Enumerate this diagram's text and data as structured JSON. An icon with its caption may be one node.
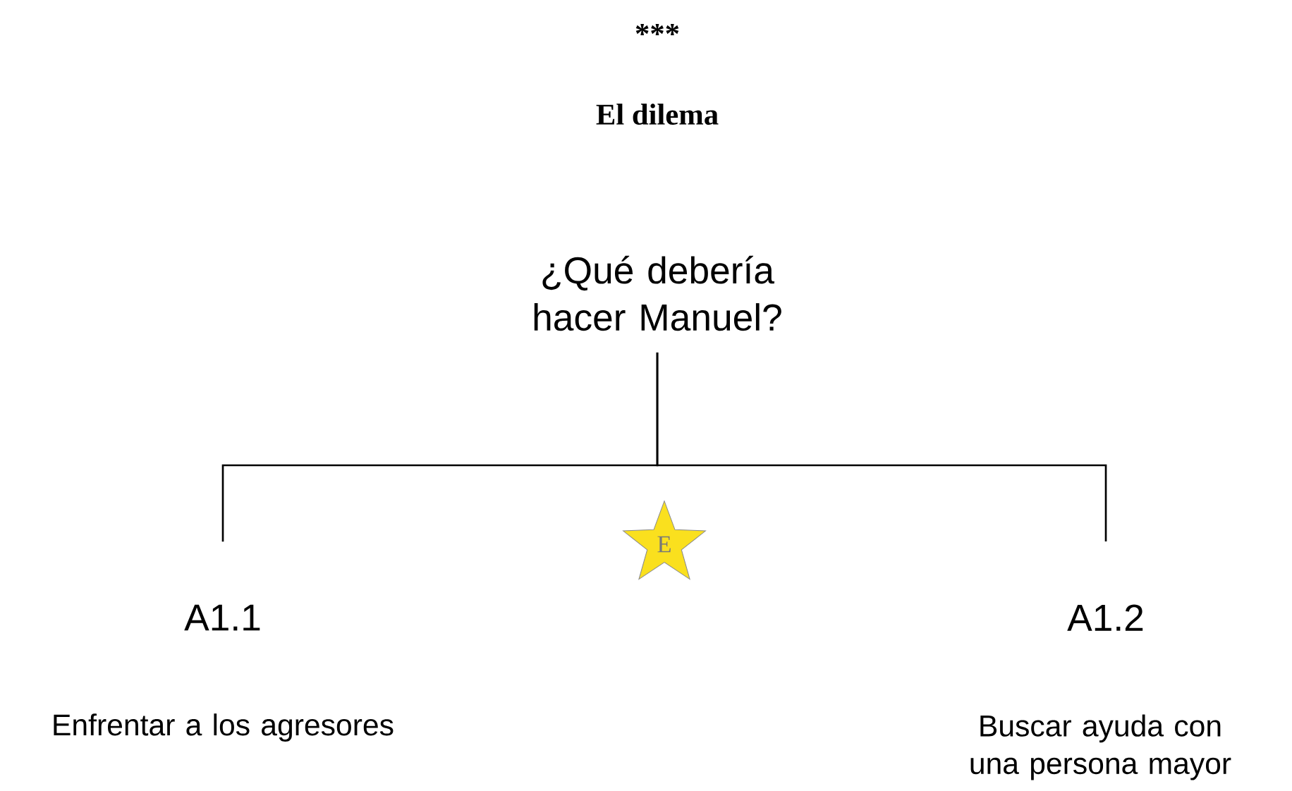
{
  "diagram": {
    "title": "El dilema",
    "nodes": [
      {
        "text": [
          "¿Qué debería hacer Manuel?"
        ]
      },
      {
        "text": [
          "A1.1"
        ],
        "beside": [
          "Enfrentar a los agresores"
        ]
      },
      {
        "text": [
          "A1.2"
        ],
        "beside": [
          "Buscar ayuda con una persona mayor"
        ]
      },
      {
        "text": [
          "E"
        ]
      }
    ],
    "edges": [
      {
        "from": 0,
        "to": 1,
        "arrow": "none"
      },
      {
        "from": 0,
        "to": 2,
        "arrow": "none"
      }
    ],
    "labels": [
      "***"
    ]
  }
}
